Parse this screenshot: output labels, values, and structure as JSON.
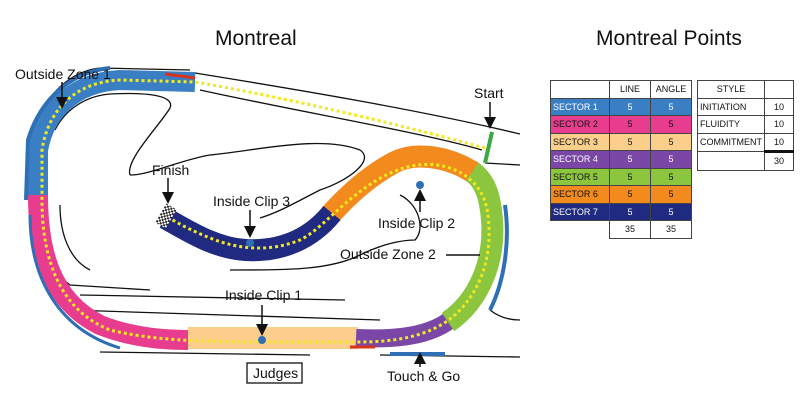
{
  "map": {
    "title": "Montreal",
    "labels": {
      "outside_zone_1": "Outside Zone 1",
      "start": "Start",
      "finish": "Finish",
      "inside_clip_3": "Inside Clip 3",
      "inside_clip_2": "Inside Clip 2",
      "outside_zone_2": "Outside Zone 2",
      "inside_clip_1": "Inside Clip 1",
      "judges": "Judges",
      "touch_and_go": "Touch & Go"
    }
  },
  "points": {
    "title": "Montreal Points",
    "sector_table": {
      "headers": [
        "",
        "LINE",
        "ANGLE"
      ],
      "rows": [
        {
          "name": "SECTOR 1",
          "line": "5",
          "angle": "5",
          "color": "#3a7fc4",
          "text_color": "#ffffff"
        },
        {
          "name": "SECTOR 2",
          "line": "5",
          "angle": "5",
          "color": "#e83d8e",
          "text_color": "#111111"
        },
        {
          "name": "SECTOR 3",
          "line": "5",
          "angle": "5",
          "color": "#fbcf8b",
          "text_color": "#111111"
        },
        {
          "name": "SECTOR 4",
          "line": "5",
          "angle": "5",
          "color": "#7a47a6",
          "text_color": "#ffffff"
        },
        {
          "name": "SECTOR 5",
          "line": "5",
          "angle": "5",
          "color": "#8cc63f",
          "text_color": "#111111"
        },
        {
          "name": "SECTOR 6",
          "line": "5",
          "angle": "5",
          "color": "#f28a1e",
          "text_color": "#111111"
        },
        {
          "name": "SECTOR 7",
          "line": "5",
          "angle": "5",
          "color": "#1f2a80",
          "text_color": "#ffffff"
        }
      ],
      "totals": {
        "line": "35",
        "angle": "35"
      }
    },
    "style_table": {
      "header": "STYLE",
      "rows": [
        {
          "name": "INITIATION",
          "value": "10"
        },
        {
          "name": "FLUIDITY",
          "value": "10"
        },
        {
          "name": "COMMITMENT",
          "value": "10"
        }
      ],
      "total": "30"
    }
  },
  "colors": {
    "sector1": "#3a7fc4",
    "sector2": "#e83d8e",
    "sector3": "#fbcf8b",
    "sector4": "#7a47a6",
    "sector5": "#8cc63f",
    "sector6": "#f28a1e",
    "sector7": "#1f2a80",
    "ideal_line": "#f2e81e",
    "marker": "#d8321e",
    "start_line": "#3aa845",
    "clip": "#2f6fb5"
  }
}
